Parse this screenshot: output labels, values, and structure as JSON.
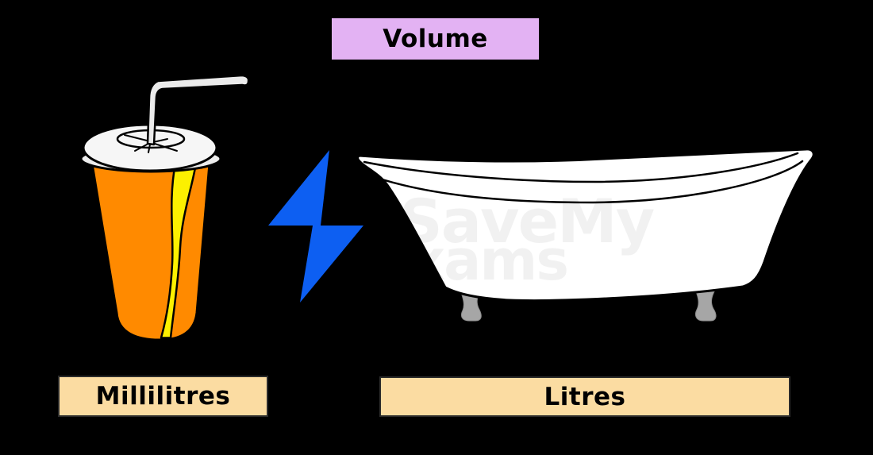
{
  "header": {
    "title": "Volume"
  },
  "diagram": {
    "left": {
      "item": "soft-drink-cup-with-straw",
      "unit_label": "Millilitres"
    },
    "right": {
      "item": "clawfoot-bathtub",
      "unit_label": "Litres"
    },
    "connector_icon": "lightning-bolt",
    "watermark": {
      "line1": "SaveMy",
      "line2": "xams"
    }
  },
  "colors": {
    "background": "#000000",
    "title_bg": "#E3B2F3",
    "unit_label_bg": "#FBDCA2",
    "unit_label_border": "#2B2B2B",
    "text": "#000000",
    "outline": "#000000",
    "cup_orange": "#FF8A00",
    "stripe_yellow": "#FCF000",
    "lid_light": "#F6F6F6",
    "lid_rim": "#EDEDED",
    "straw_gray": "#EBEBEB",
    "bolt_blue": "#0D5FF2",
    "tub_white": "#FFFFFF",
    "feet_gray": "#A6A6A6"
  }
}
